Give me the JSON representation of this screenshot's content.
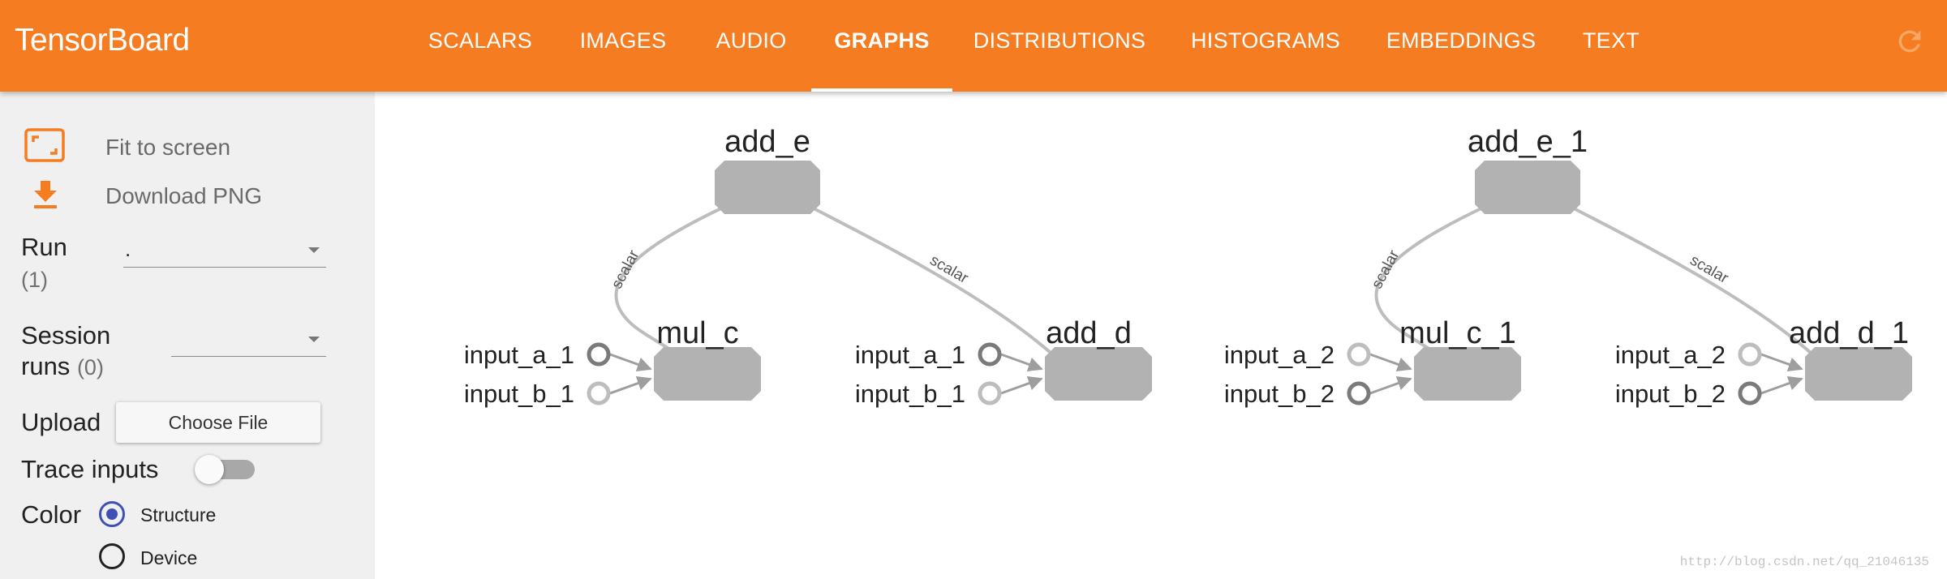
{
  "app": {
    "title": "TensorBoard"
  },
  "header": {
    "tabs": [
      {
        "label": "SCALARS",
        "active": false
      },
      {
        "label": "IMAGES",
        "active": false
      },
      {
        "label": "AUDIO",
        "active": false
      },
      {
        "label": "GRAPHS",
        "active": true
      },
      {
        "label": "DISTRIBUTIONS",
        "active": false
      },
      {
        "label": "HISTOGRAMS",
        "active": false
      },
      {
        "label": "EMBEDDINGS",
        "active": false
      },
      {
        "label": "TEXT",
        "active": false
      }
    ],
    "refresh_icon": "refresh-icon"
  },
  "sidebar": {
    "fit_to_screen": "Fit to screen",
    "download_png": "Download PNG",
    "run_label": "Run",
    "run_count": "(1)",
    "run_value": ".",
    "session_label_1": "Session",
    "session_label_2": "runs",
    "session_count": "(0)",
    "session_value": "",
    "upload_label": "Upload",
    "choose_file": "Choose File",
    "trace_inputs_label": "Trace inputs",
    "trace_inputs_on": false,
    "color_label": "Color",
    "color_options": [
      {
        "label": "Structure",
        "selected": true
      },
      {
        "label": "Device",
        "selected": false
      }
    ]
  },
  "graph": {
    "edge_label": "scalar",
    "groups": [
      {
        "top": "add_e",
        "left": {
          "name": "mul_c",
          "inputs": [
            "input_a_1",
            "input_b_1"
          ]
        },
        "right": {
          "name": "add_d",
          "inputs": [
            "input_a_1",
            "input_b_1"
          ]
        }
      },
      {
        "top": "add_e_1",
        "left": {
          "name": "mul_c_1",
          "inputs": [
            "input_a_2",
            "input_b_2"
          ]
        },
        "right": {
          "name": "add_d_1",
          "inputs": [
            "input_a_2",
            "input_b_2"
          ]
        }
      }
    ]
  },
  "colors": {
    "header": "#f57c20",
    "node_fill": "#b2b2b2",
    "edge": "#bdbdbd",
    "radio_selected": "#3f51b5"
  },
  "watermark": "http://blog.csdn.net/qq_21046135"
}
